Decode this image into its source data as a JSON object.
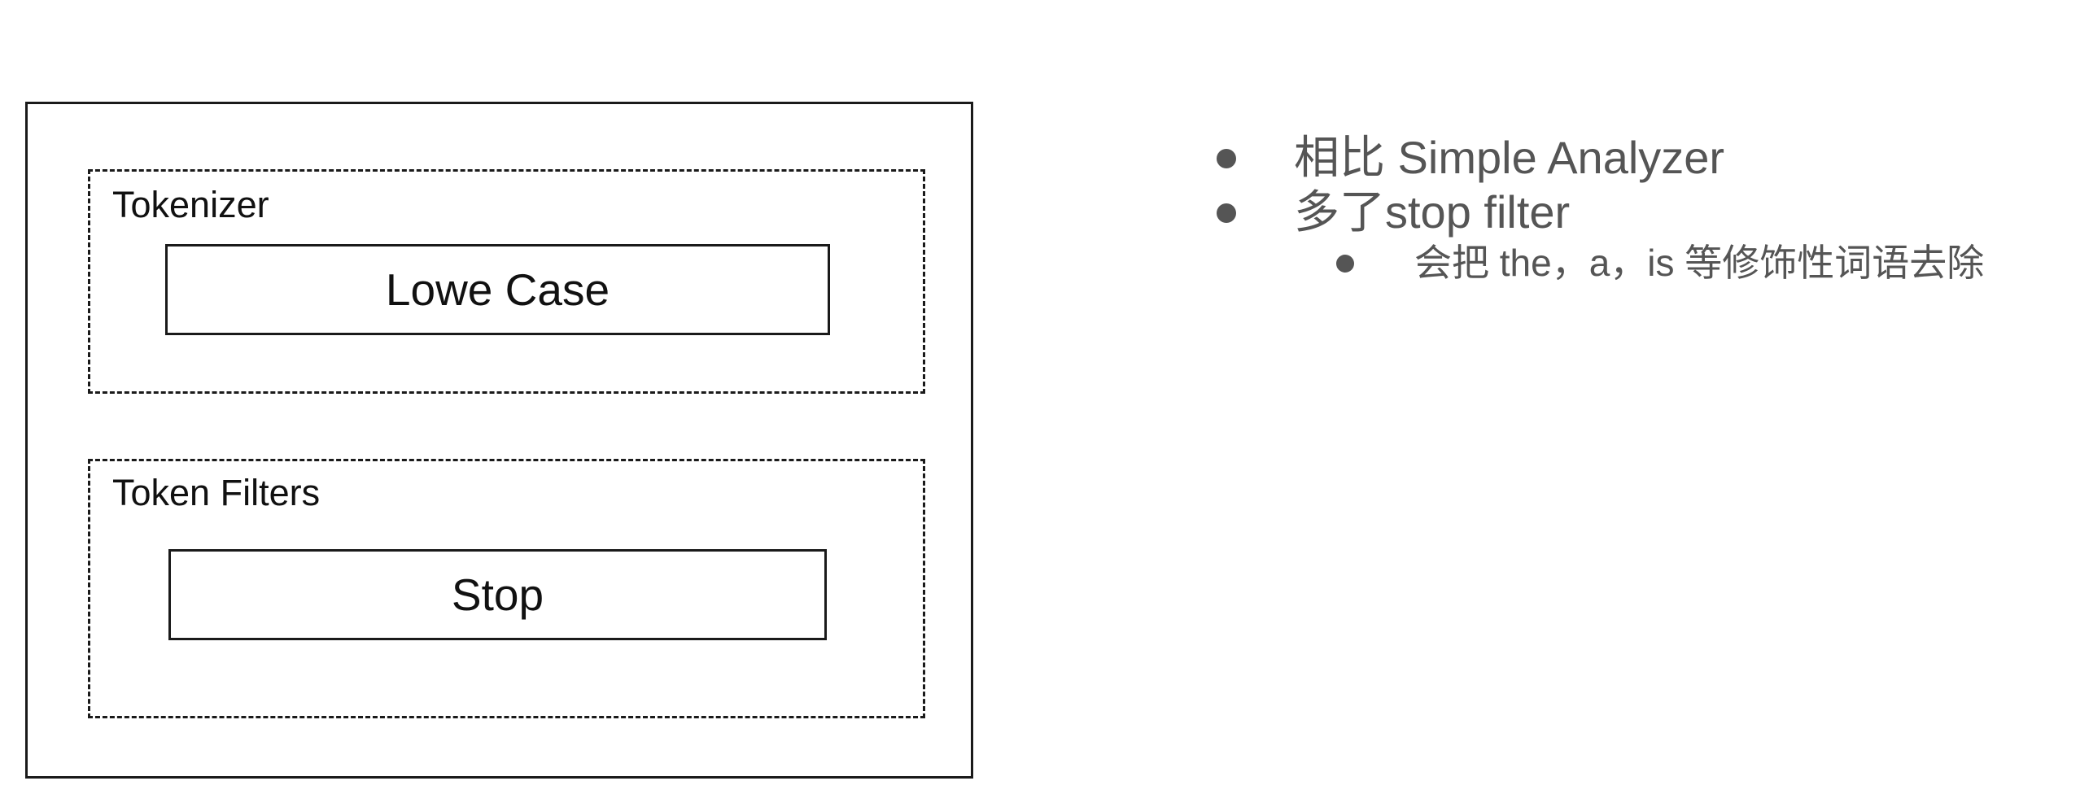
{
  "diagram": {
    "stages": [
      {
        "label": "Tokenizer",
        "component": "Lowe Case"
      },
      {
        "label": "Token Filters",
        "component": "Stop"
      }
    ]
  },
  "notes": {
    "items": [
      {
        "text": "相比 Simple Analyzer",
        "level": 1
      },
      {
        "text": "多了stop filter",
        "level": 1
      },
      {
        "text": "会把 the，a，is 等修饰性词语去除",
        "level": 2
      }
    ]
  },
  "colors": {
    "diagram_stroke": "#1a1a1a",
    "note_text": "#555555",
    "background": "#ffffff"
  }
}
